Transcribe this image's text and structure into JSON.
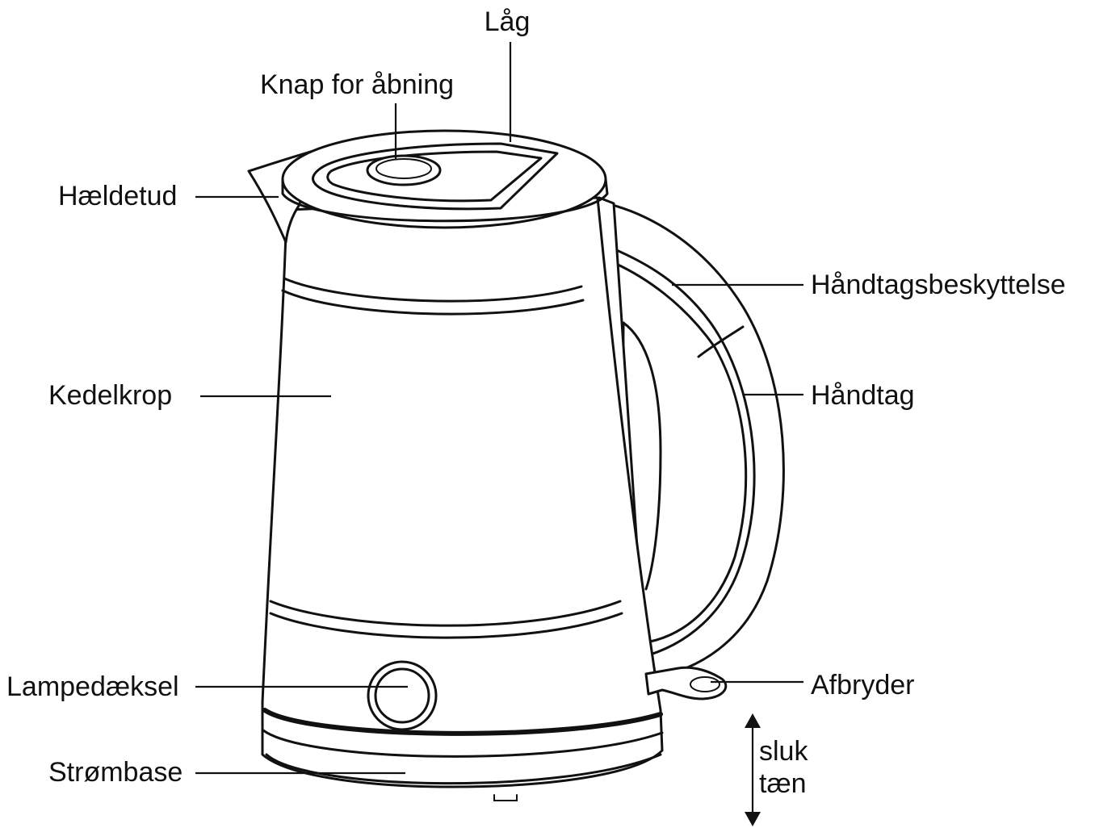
{
  "labels": {
    "lid": "Låg",
    "open_button": "Knap for åbning",
    "spout": "Hældetud",
    "handle_guard": "Håndtagsbeskyttelse",
    "body": "Kedelkrop",
    "handle": "Håndtag",
    "lamp_cover": "Lampedæksel",
    "switch": "Afbryder",
    "power_base": "Strømbase",
    "off": "sluk",
    "on": "tæn"
  }
}
